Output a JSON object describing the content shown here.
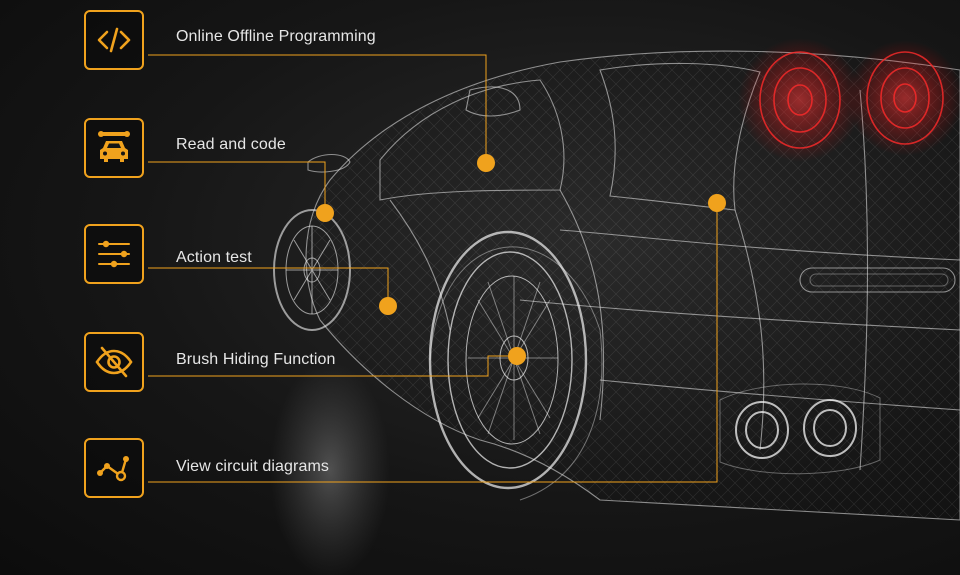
{
  "accent_color": "#f0a21d",
  "features": [
    {
      "label": "Online Offline Programming",
      "icon": "code-brackets-icon"
    },
    {
      "label": "Read and code",
      "icon": "car-wrench-icon"
    },
    {
      "label": "Action test",
      "icon": "sliders-icon"
    },
    {
      "label": "Brush Hiding Function",
      "icon": "eye-slash-icon"
    },
    {
      "label": "View circuit diagrams",
      "icon": "circuit-nodes-icon"
    }
  ]
}
